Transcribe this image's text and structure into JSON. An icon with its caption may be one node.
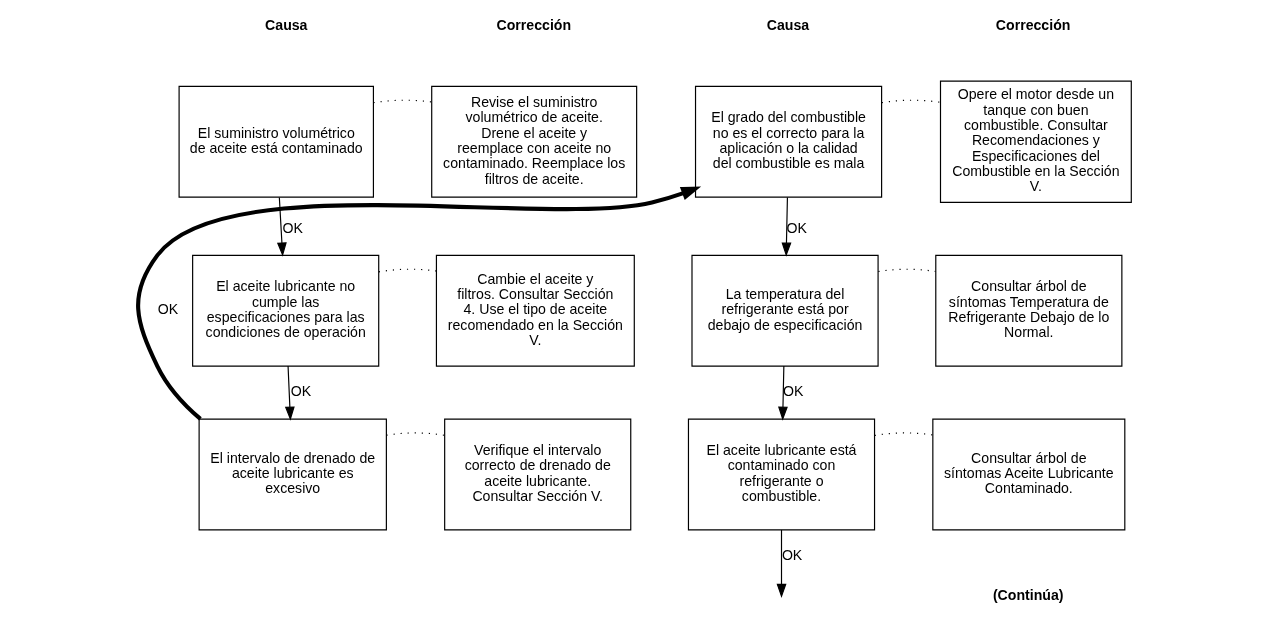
{
  "diagram": {
    "nodes": [
      {
        "text": [
          "El suministro volumétrico de aceite está contaminado"
        ]
      },
      {
        "text": [
          "Revise el suministro volumétrico de aceite. Drene el aceite y reemplace con aceite no contaminado. Reemplace los filtros de aceite."
        ]
      },
      {
        "text": [
          "El aceite lubricante no cumple las especificaciones para las condiciones de operación"
        ]
      },
      {
        "text": [
          "Cambie el aceite y filtros. Consultar Sección 4. Use el tipo de aceite recomendado en la Sección V."
        ]
      },
      {
        "text": [
          "El intervalo de drenado de aceite lubricante es excesivo"
        ]
      },
      {
        "text": [
          "Verifique el intervalo correcto de drenado de aceite lubricante. Consultar Sección V."
        ]
      },
      {
        "text": [
          "El grado del combustible no es el correcto para la aplicación o la calidad del combustible es mala"
        ]
      },
      {
        "text": [
          "Opere el motor desde un tanque con buen combustible. Consultar Recomendaciones y Especificaciones del Combustible en la Sección V."
        ]
      },
      {
        "text": [
          "La temperatura del refrigerante está por debajo de especificación"
        ]
      },
      {
        "text": [
          "Consultar árbol de síntomas Temperatura de Refrigerante Debajo de lo Normal."
        ]
      },
      {
        "text": [
          "El aceite lubricante está contaminado con refrigerante o combustible."
        ]
      },
      {
        "text": [
          "Consultar árbol de síntomas Aceite Lubricante Contaminado."
        ]
      }
    ],
    "edges": [
      {
        "from": 0,
        "to": 1,
        "arrow": "none",
        "style": "dashed"
      },
      {
        "from": 0,
        "to": 2,
        "arrow": "to",
        "label": "OK"
      },
      {
        "from": 2,
        "to": 3,
        "arrow": "none",
        "style": "dashed"
      },
      {
        "from": 2,
        "to": 4,
        "arrow": "to",
        "label": "OK"
      },
      {
        "from": 4,
        "to": 5,
        "arrow": "none",
        "style": "dashed"
      },
      {
        "from": 4,
        "to": 6,
        "arrow": "to",
        "label": "OK",
        "style": "thick"
      },
      {
        "from": 6,
        "to": 7,
        "arrow": "none",
        "style": "dashed"
      },
      {
        "from": 6,
        "to": 8,
        "arrow": "to",
        "label": "OK"
      },
      {
        "from": 8,
        "to": 9,
        "arrow": "none",
        "style": "dashed"
      },
      {
        "from": 8,
        "to": 10,
        "arrow": "to",
        "label": "OK"
      },
      {
        "from": 10,
        "to": 11,
        "arrow": "none",
        "style": "dashed"
      },
      {
        "from": 10,
        "to": null,
        "arrow": "to",
        "label": "OK"
      }
    ],
    "labels": [
      "Causa",
      "Corrección",
      "Causa",
      "Corrección",
      "(Continúa)"
    ]
  }
}
